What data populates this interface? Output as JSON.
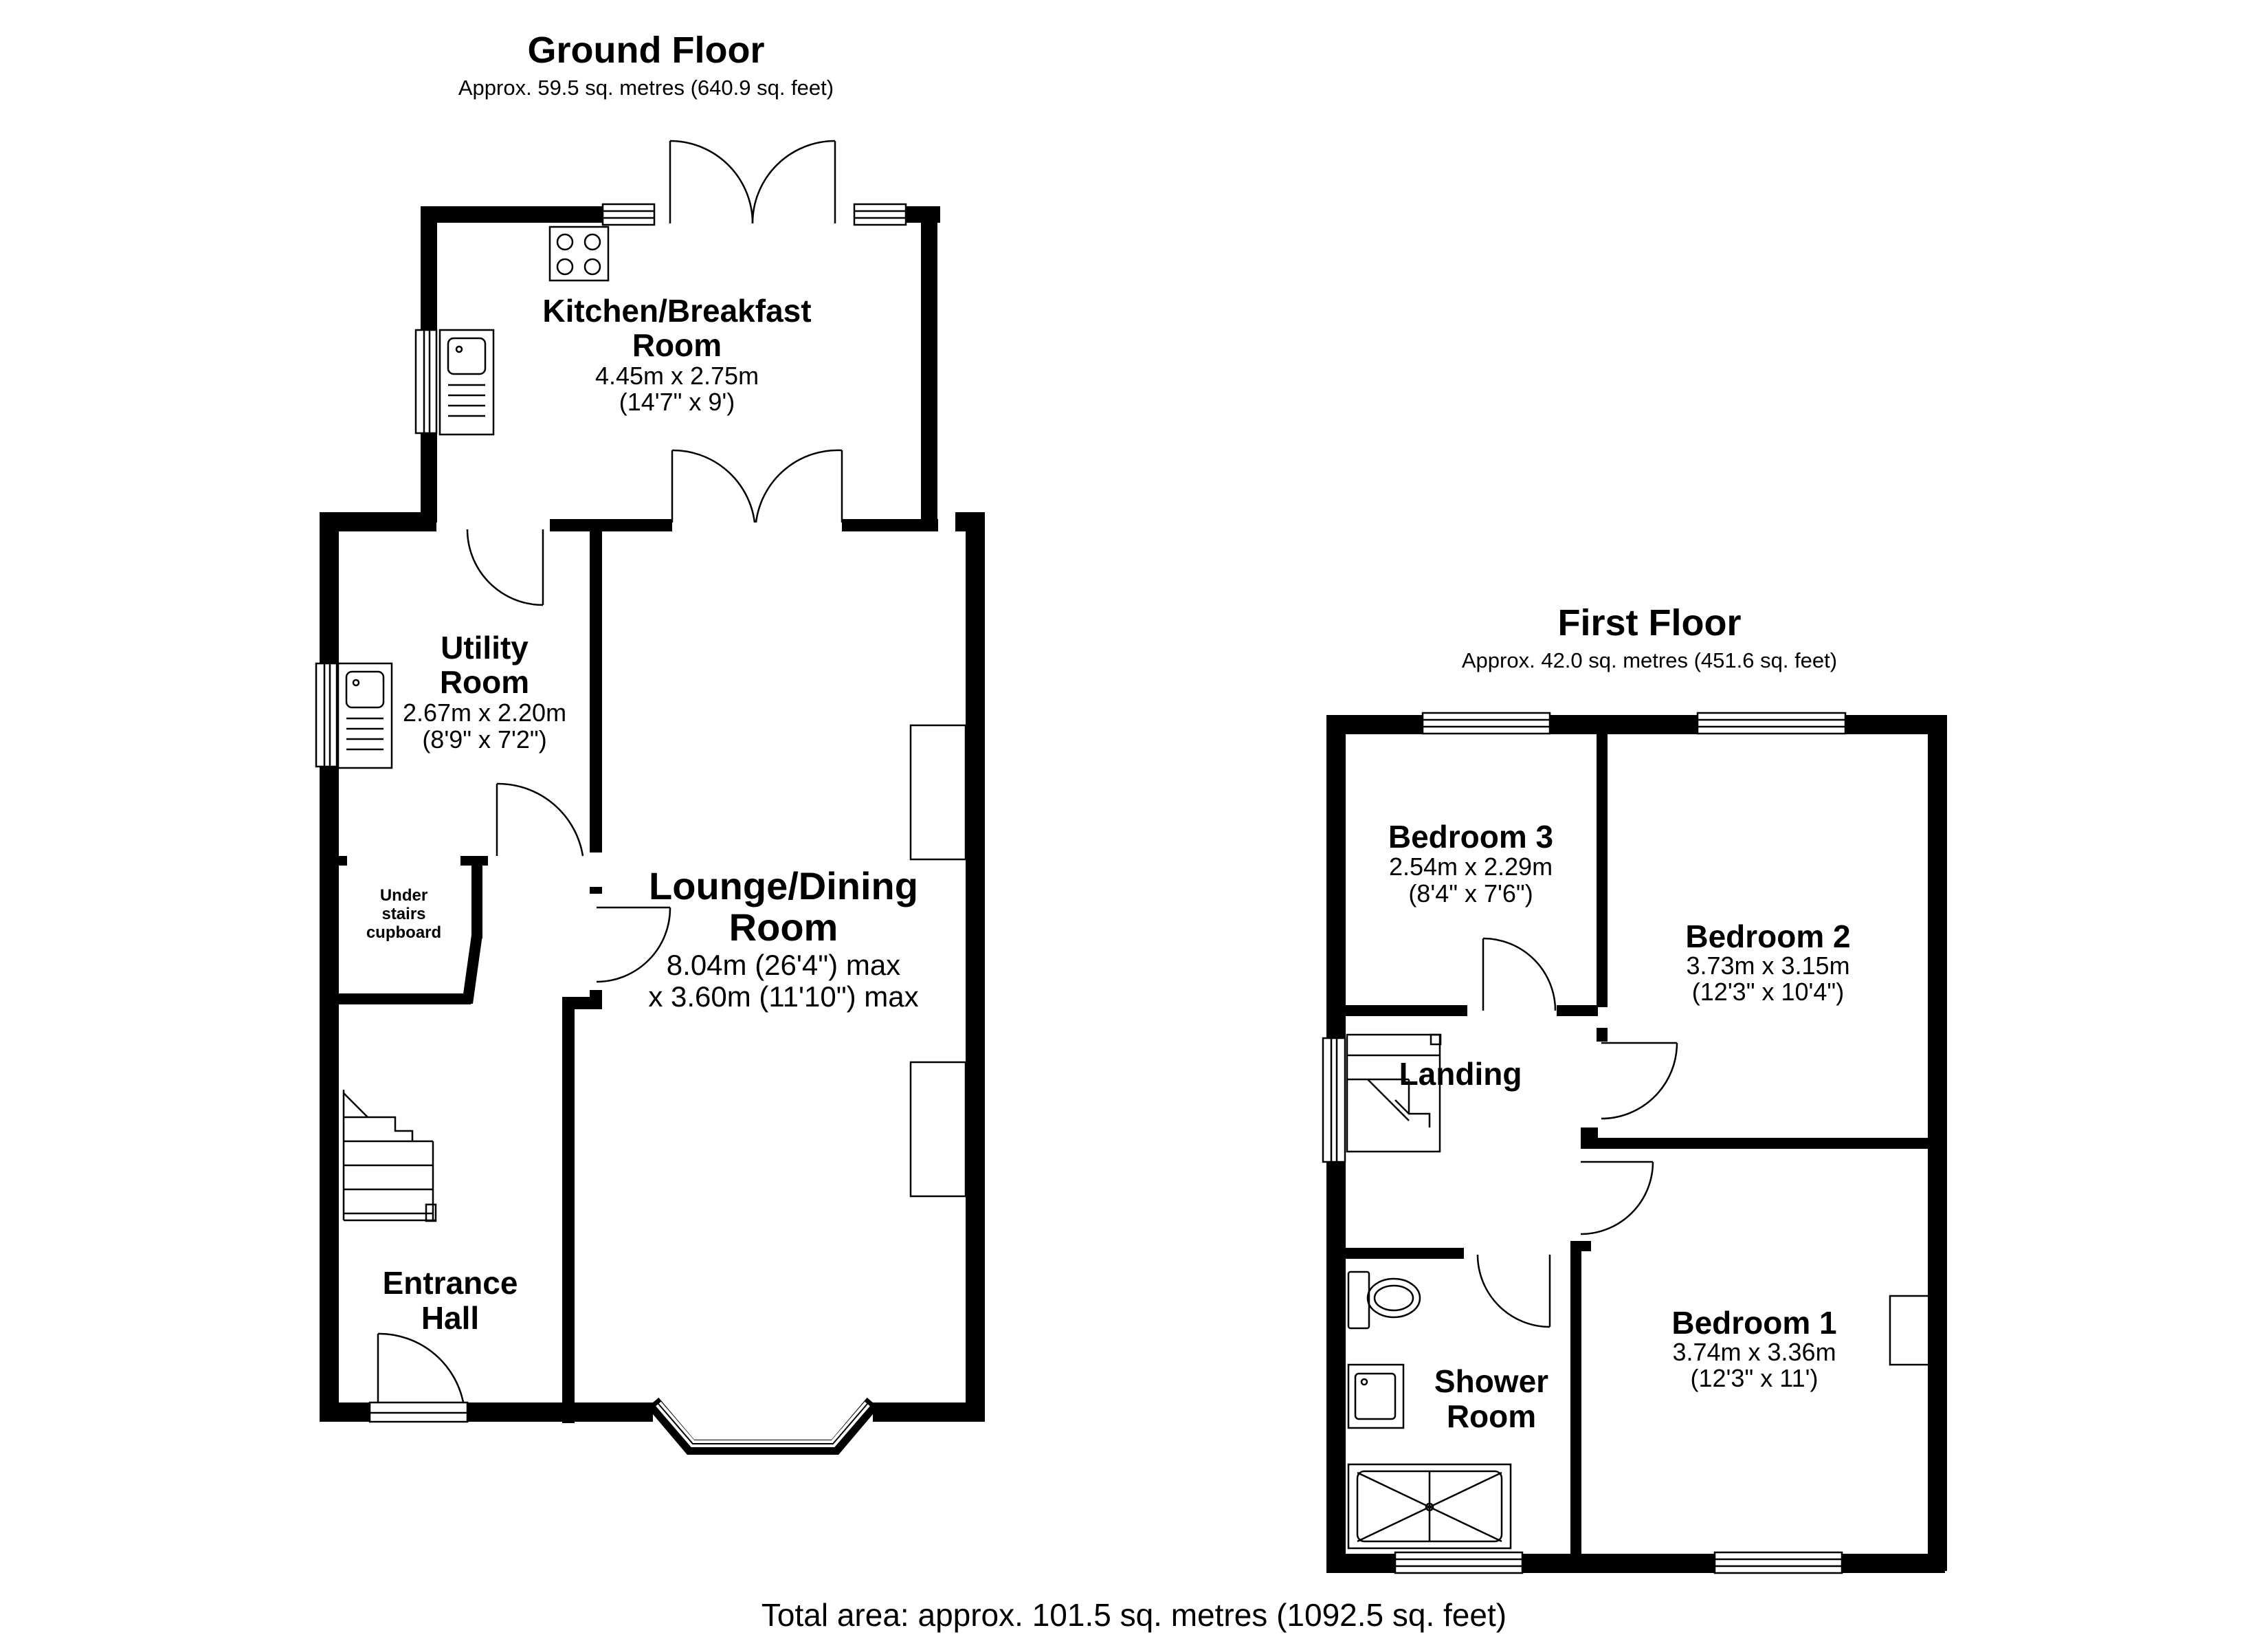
{
  "ground_floor": {
    "title": "Ground Floor",
    "area": "Approx. 59.5 sq. metres (640.9 sq. feet)",
    "rooms": {
      "kitchen": {
        "name_line1": "Kitchen/Breakfast",
        "name_line2": "Room",
        "size": "4.45m x 2.75m",
        "size_imperial": "(14'7\" x 9')"
      },
      "utility": {
        "name_line1": "Utility",
        "name_line2": "Room",
        "size": "2.67m x 2.20m",
        "size_imperial": "(8'9\" x 7'2\")"
      },
      "under_stairs": {
        "line1": "Under",
        "line2": "stairs",
        "line3": "cupboard"
      },
      "lounge": {
        "name_line1": "Lounge/Dining",
        "name_line2": "Room",
        "size_line1": "8.04m (26'4\") max",
        "size_line2": "x 3.60m (11'10\") max"
      },
      "entrance": {
        "name_line1": "Entrance",
        "name_line2": "Hall"
      }
    }
  },
  "first_floor": {
    "title": "First Floor",
    "area": "Approx. 42.0 sq. metres (451.6 sq. feet)",
    "rooms": {
      "bedroom3": {
        "name": "Bedroom 3",
        "size": "2.54m x 2.29m",
        "size_imperial": "(8'4\" x 7'6\")"
      },
      "bedroom2": {
        "name": "Bedroom 2",
        "size": "3.73m x 3.15m",
        "size_imperial": "(12'3\" x 10'4\")"
      },
      "landing": {
        "name": "Landing"
      },
      "shower": {
        "name_line1": "Shower",
        "name_line2": "Room"
      },
      "bedroom1": {
        "name": "Bedroom 1",
        "size": "3.74m x 3.36m",
        "size_imperial": "(12'3\" x 11')"
      }
    }
  },
  "total_area": "Total area: approx. 101.5 sq. metres (1092.5 sq. feet)",
  "colors": {
    "wall": "#000000",
    "background": "#ffffff",
    "fixture": "#555555"
  }
}
